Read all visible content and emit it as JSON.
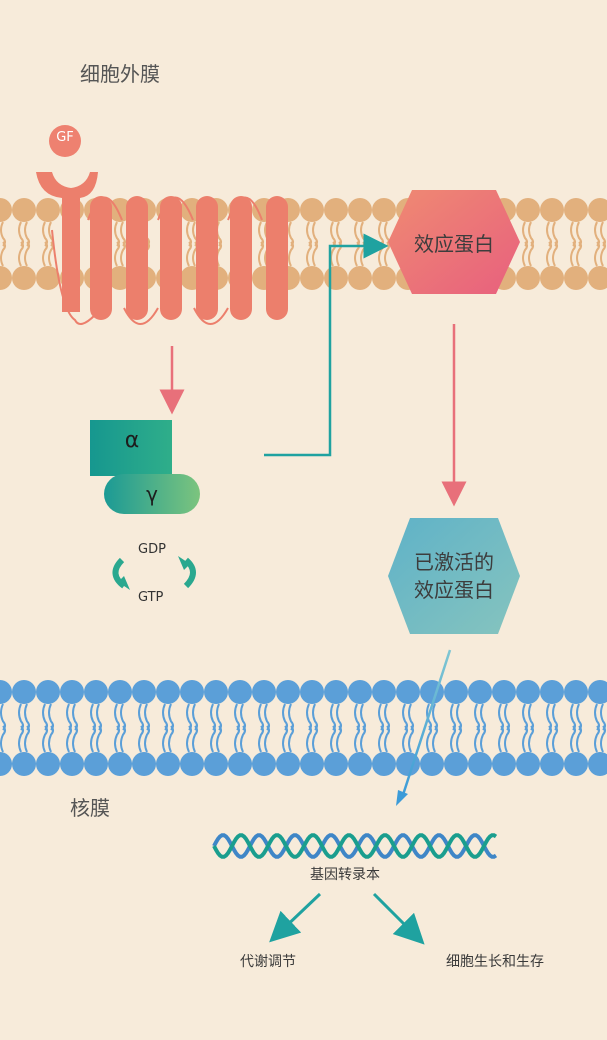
{
  "labels": {
    "outer_membrane": "细胞外膜",
    "nuclear_membrane": "核膜",
    "growth_factor": "GF",
    "effector_protein": "效应蛋白",
    "activated_effector_line1": "已激活的",
    "activated_effector_line2": "效应蛋白",
    "alpha_subunit": "α",
    "gamma_subunit": "γ",
    "gdp": "GDP",
    "gtp": "GTP",
    "gene_transcription": "基因转录本",
    "outcome_metabolism": "代谢调节",
    "outcome_growth": "细胞生长和生存"
  },
  "colors": {
    "background": "#f7ebda",
    "outer_lipid": "#e2b07d",
    "nuclear_lipid": "#5b9fd8",
    "receptor": "#ec7f6c",
    "effector": "#e8707a",
    "activated_effector": "#6fb8c4",
    "g_protein": "#1fa28f",
    "dna_strand_1": "#1a9e8e",
    "dna_strand_2": "#3f86c7"
  }
}
